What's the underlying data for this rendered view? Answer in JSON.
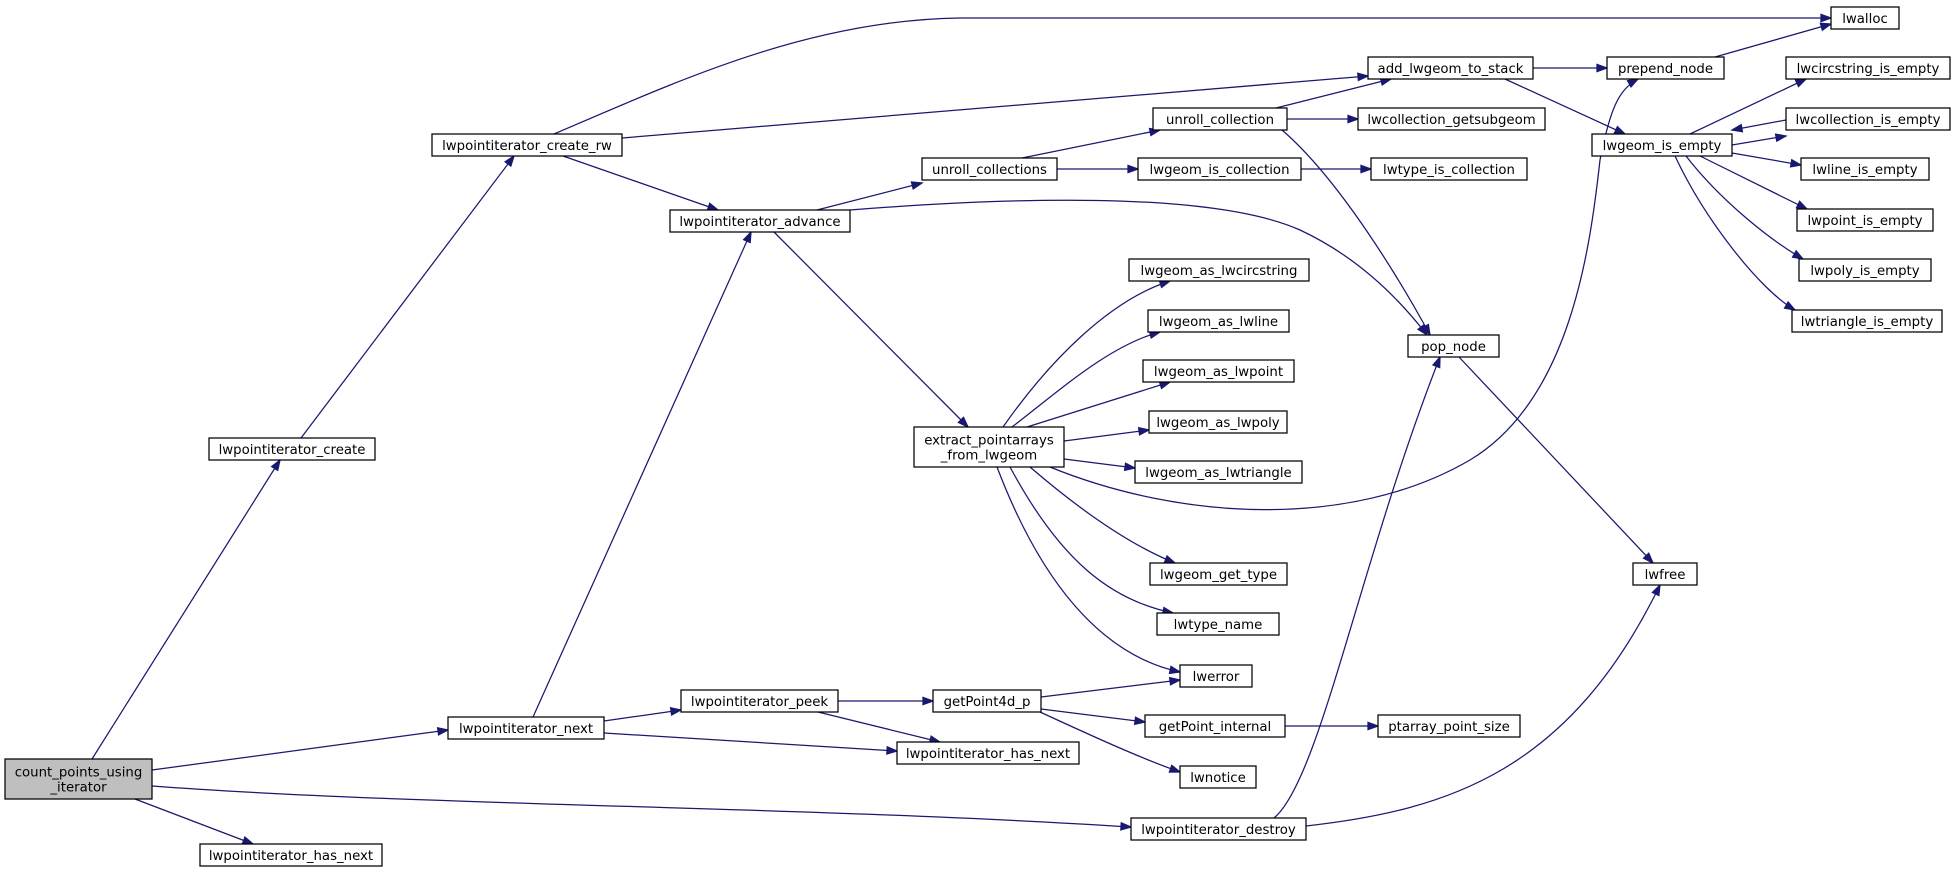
{
  "graph": {
    "root": "count_points_using_iterator",
    "colors": {
      "edge": "#191970",
      "root_fill": "#bfbfbf",
      "node_fill": "#ffffff",
      "node_border": "#000000"
    },
    "nodes": {
      "count_points_using_iterator": [
        "count_points_using",
        "_iterator"
      ],
      "lwpointiterator_create": [
        "lwpointiterator_create"
      ],
      "lwpointiterator_create_rw": [
        "lwpointiterator_create_rw"
      ],
      "lwpointiterator_advance": [
        "lwpointiterator_advance"
      ],
      "lwpointiterator_next": [
        "lwpointiterator_next"
      ],
      "lwpointiterator_has_next_bottom": [
        "lwpointiterator_has_next"
      ],
      "lwpointiterator_peek": [
        "lwpointiterator_peek"
      ],
      "lwpointiterator_has_next_mid": [
        "lwpointiterator_has_next"
      ],
      "getPoint4d_p": [
        "getPoint4d_p"
      ],
      "getPoint_internal": [
        "getPoint_internal"
      ],
      "ptarray_point_size": [
        "ptarray_point_size"
      ],
      "lwnotice": [
        "lwnotice"
      ],
      "lwerror": [
        "lwerror"
      ],
      "lwpointiterator_destroy": [
        "lwpointiterator_destroy"
      ],
      "unroll_collections": [
        "unroll_collections"
      ],
      "unroll_collection": [
        "unroll_collection"
      ],
      "lwgeom_is_collection": [
        "lwgeom_is_collection"
      ],
      "lwtype_is_collection": [
        "lwtype_is_collection"
      ],
      "lwcollection_getsubgeom": [
        "lwcollection_getsubgeom"
      ],
      "add_lwgeom_to_stack": [
        "add_lwgeom_to_stack"
      ],
      "prepend_node": [
        "prepend_node"
      ],
      "lwalloc": [
        "lwalloc"
      ],
      "lwgeom_is_empty": [
        "lwgeom_is_empty"
      ],
      "lwcircstring_is_empty": [
        "lwcircstring_is_empty"
      ],
      "lwcollection_is_empty": [
        "lwcollection_is_empty"
      ],
      "lwline_is_empty": [
        "lwline_is_empty"
      ],
      "lwpoint_is_empty": [
        "lwpoint_is_empty"
      ],
      "lwpoly_is_empty": [
        "lwpoly_is_empty"
      ],
      "lwtriangle_is_empty": [
        "lwtriangle_is_empty"
      ],
      "pop_node": [
        "pop_node"
      ],
      "lwfree": [
        "lwfree"
      ],
      "extract_pointarrays_from_lwgeom": [
        "extract_pointarrays",
        "_from_lwgeom"
      ],
      "lwgeom_as_lwcircstring": [
        "lwgeom_as_lwcircstring"
      ],
      "lwgeom_as_lwline": [
        "lwgeom_as_lwline"
      ],
      "lwgeom_as_lwpoint": [
        "lwgeom_as_lwpoint"
      ],
      "lwgeom_as_lwpoly": [
        "lwgeom_as_lwpoly"
      ],
      "lwgeom_as_lwtriangle": [
        "lwgeom_as_lwtriangle"
      ],
      "lwgeom_get_type": [
        "lwgeom_get_type"
      ],
      "lwtype_name": [
        "lwtype_name"
      ]
    },
    "edges": [
      [
        "count_points_using_iterator",
        "lwpointiterator_create"
      ],
      [
        "count_points_using_iterator",
        "lwpointiterator_next"
      ],
      [
        "count_points_using_iterator",
        "lwpointiterator_has_next_bottom"
      ],
      [
        "count_points_using_iterator",
        "lwpointiterator_destroy"
      ],
      [
        "lwpointiterator_create",
        "lwpointiterator_create_rw"
      ],
      [
        "lwpointiterator_create_rw",
        "lwalloc"
      ],
      [
        "lwpointiterator_create_rw",
        "add_lwgeom_to_stack"
      ],
      [
        "lwpointiterator_create_rw",
        "lwpointiterator_advance"
      ],
      [
        "lwpointiterator_advance",
        "unroll_collections"
      ],
      [
        "lwpointiterator_advance",
        "pop_node"
      ],
      [
        "lwpointiterator_advance",
        "extract_pointarrays_from_lwgeom"
      ],
      [
        "unroll_collections",
        "unroll_collection"
      ],
      [
        "unroll_collections",
        "lwgeom_is_collection"
      ],
      [
        "unroll_collection",
        "add_lwgeom_to_stack"
      ],
      [
        "unroll_collection",
        "lwcollection_getsubgeom"
      ],
      [
        "unroll_collection",
        "pop_node"
      ],
      [
        "lwgeom_is_collection",
        "lwtype_is_collection"
      ],
      [
        "add_lwgeom_to_stack",
        "prepend_node"
      ],
      [
        "add_lwgeom_to_stack",
        "lwgeom_is_empty"
      ],
      [
        "prepend_node",
        "lwalloc"
      ],
      [
        "lwgeom_is_empty",
        "lwcircstring_is_empty"
      ],
      [
        "lwgeom_is_empty",
        "lwcollection_is_empty"
      ],
      [
        "lwgeom_is_empty",
        "lwline_is_empty"
      ],
      [
        "lwgeom_is_empty",
        "lwpoint_is_empty"
      ],
      [
        "lwgeom_is_empty",
        "lwpoly_is_empty"
      ],
      [
        "lwgeom_is_empty",
        "lwtriangle_is_empty"
      ],
      [
        "lwcollection_is_empty",
        "lwgeom_is_empty"
      ],
      [
        "pop_node",
        "lwfree"
      ],
      [
        "extract_pointarrays_from_lwgeom",
        "lwgeom_as_lwcircstring"
      ],
      [
        "extract_pointarrays_from_lwgeom",
        "lwgeom_as_lwline"
      ],
      [
        "extract_pointarrays_from_lwgeom",
        "lwgeom_as_lwpoint"
      ],
      [
        "extract_pointarrays_from_lwgeom",
        "lwgeom_as_lwpoly"
      ],
      [
        "extract_pointarrays_from_lwgeom",
        "lwgeom_as_lwtriangle"
      ],
      [
        "extract_pointarrays_from_lwgeom",
        "prepend_node"
      ],
      [
        "extract_pointarrays_from_lwgeom",
        "lwgeom_get_type"
      ],
      [
        "extract_pointarrays_from_lwgeom",
        "lwtype_name"
      ],
      [
        "extract_pointarrays_from_lwgeom",
        "lwerror"
      ],
      [
        "lwpointiterator_next",
        "lwpointiterator_advance"
      ],
      [
        "lwpointiterator_next",
        "lwpointiterator_peek"
      ],
      [
        "lwpointiterator_next",
        "lwpointiterator_has_next_mid"
      ],
      [
        "lwpointiterator_peek",
        "getPoint4d_p"
      ],
      [
        "lwpointiterator_peek",
        "lwpointiterator_has_next_mid"
      ],
      [
        "getPoint4d_p",
        "lwerror"
      ],
      [
        "getPoint4d_p",
        "getPoint_internal"
      ],
      [
        "getPoint4d_p",
        "lwnotice"
      ],
      [
        "getPoint_internal",
        "ptarray_point_size"
      ],
      [
        "lwpointiterator_destroy",
        "pop_node"
      ],
      [
        "lwpointiterator_destroy",
        "lwfree"
      ]
    ]
  }
}
